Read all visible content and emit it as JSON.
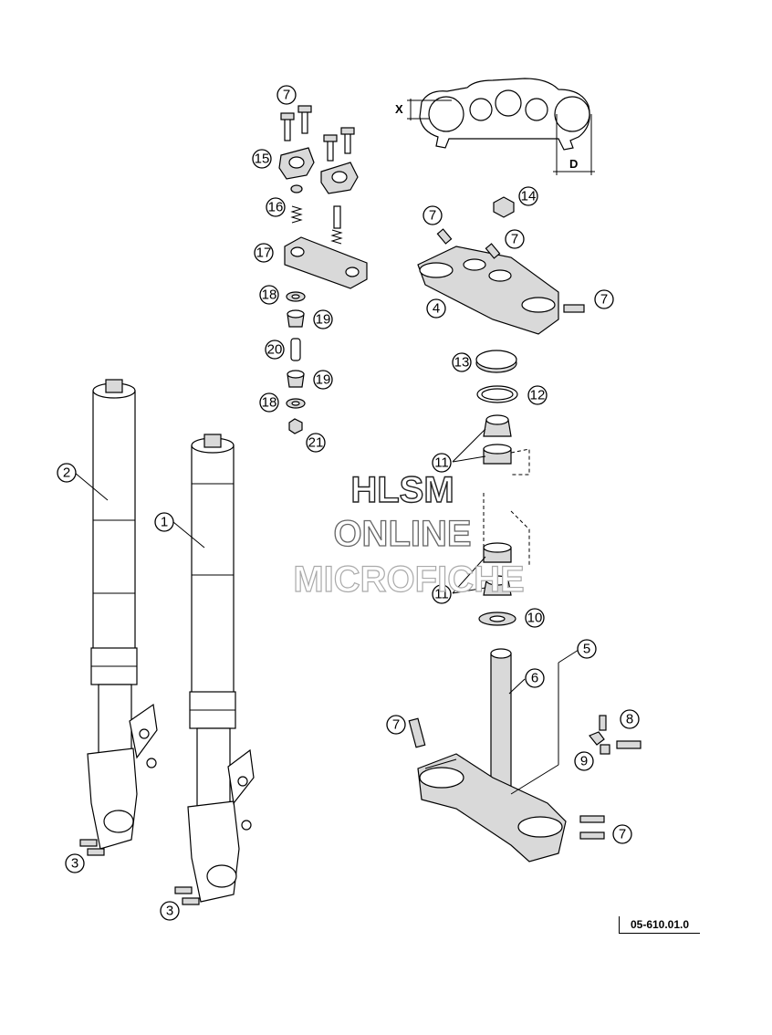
{
  "diagram": {
    "reference_code": "05-610.01.0",
    "dimensions": {
      "x": "X",
      "d": "D"
    },
    "watermark": [
      "HLSM",
      "ONLINE",
      "MICROFICHE"
    ],
    "callouts": [
      {
        "id": "c7a",
        "label": "7"
      },
      {
        "id": "c15",
        "label": "15"
      },
      {
        "id": "c16",
        "label": "16"
      },
      {
        "id": "c17",
        "label": "17"
      },
      {
        "id": "c18a",
        "label": "18"
      },
      {
        "id": "c19a",
        "label": "19"
      },
      {
        "id": "c20",
        "label": "20"
      },
      {
        "id": "c19b",
        "label": "19"
      },
      {
        "id": "c18b",
        "label": "18"
      },
      {
        "id": "c21",
        "label": "21"
      },
      {
        "id": "c14",
        "label": "14"
      },
      {
        "id": "c7b",
        "label": "7"
      },
      {
        "id": "c7c",
        "label": "7"
      },
      {
        "id": "c7d",
        "label": "7"
      },
      {
        "id": "c4",
        "label": "4"
      },
      {
        "id": "c13",
        "label": "13"
      },
      {
        "id": "c12",
        "label": "12"
      },
      {
        "id": "c11a",
        "label": "11"
      },
      {
        "id": "c11b",
        "label": "11"
      },
      {
        "id": "c10",
        "label": "10"
      },
      {
        "id": "c2",
        "label": "2"
      },
      {
        "id": "c1",
        "label": "1"
      },
      {
        "id": "c5",
        "label": "5"
      },
      {
        "id": "c6",
        "label": "6"
      },
      {
        "id": "c8",
        "label": "8"
      },
      {
        "id": "c9",
        "label": "9"
      },
      {
        "id": "c7e",
        "label": "7"
      },
      {
        "id": "c7f",
        "label": "7"
      },
      {
        "id": "c3a",
        "label": "3"
      },
      {
        "id": "c3b",
        "label": "3"
      }
    ]
  }
}
